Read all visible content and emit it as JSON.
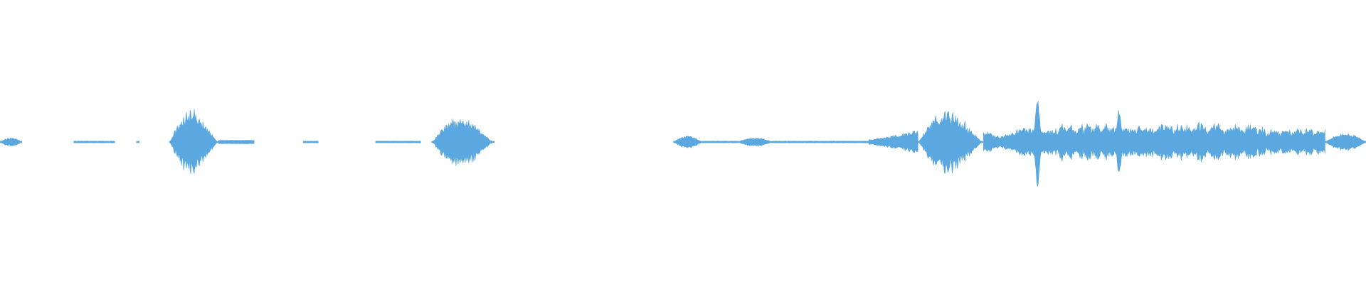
{
  "waveform": {
    "color": "#5BA8E0",
    "segments": [
      {
        "start": 0.0,
        "end": 0.016,
        "peak": 0.05,
        "shape": "taper"
      },
      {
        "start": 0.054,
        "end": 0.084,
        "peak": 0.01,
        "shape": "flat"
      },
      {
        "start": 0.1,
        "end": 0.102,
        "peak": 0.01,
        "shape": "flat"
      },
      {
        "start": 0.124,
        "end": 0.16,
        "peak": 0.38,
        "shape": "bell"
      },
      {
        "start": 0.16,
        "end": 0.186,
        "peak": 0.02,
        "shape": "flat"
      },
      {
        "start": 0.222,
        "end": 0.233,
        "peak": 0.01,
        "shape": "flat"
      },
      {
        "start": 0.275,
        "end": 0.308,
        "peak": 0.01,
        "shape": "flat"
      },
      {
        "start": 0.316,
        "end": 0.362,
        "peak": 0.3,
        "shape": "bell"
      },
      {
        "start": 0.493,
        "end": 0.514,
        "peak": 0.07,
        "shape": "taper"
      },
      {
        "start": 0.514,
        "end": 0.54,
        "peak": 0.01,
        "shape": "flat"
      },
      {
        "start": 0.54,
        "end": 0.566,
        "peak": 0.05,
        "shape": "taper"
      },
      {
        "start": 0.566,
        "end": 0.636,
        "peak": 0.01,
        "shape": "flat"
      },
      {
        "start": 0.636,
        "end": 0.672,
        "peak": 0.13,
        "shape": "ramp"
      },
      {
        "start": 0.672,
        "end": 0.72,
        "peak": 0.38,
        "shape": "bell"
      },
      {
        "start": 0.72,
        "end": 0.744,
        "peak": 0.12,
        "shape": "dip"
      },
      {
        "start": 0.744,
        "end": 0.775,
        "peak": 0.55,
        "shape": "spike"
      },
      {
        "start": 0.775,
        "end": 0.812,
        "peak": 0.22,
        "shape": "bursty"
      },
      {
        "start": 0.812,
        "end": 0.848,
        "peak": 0.38,
        "shape": "spikeish"
      },
      {
        "start": 0.848,
        "end": 0.92,
        "peak": 0.23,
        "shape": "bursty"
      },
      {
        "start": 0.92,
        "end": 0.97,
        "peak": 0.17,
        "shape": "bursty"
      },
      {
        "start": 0.97,
        "end": 1.0,
        "peak": 0.1,
        "shape": "taper"
      }
    ]
  }
}
